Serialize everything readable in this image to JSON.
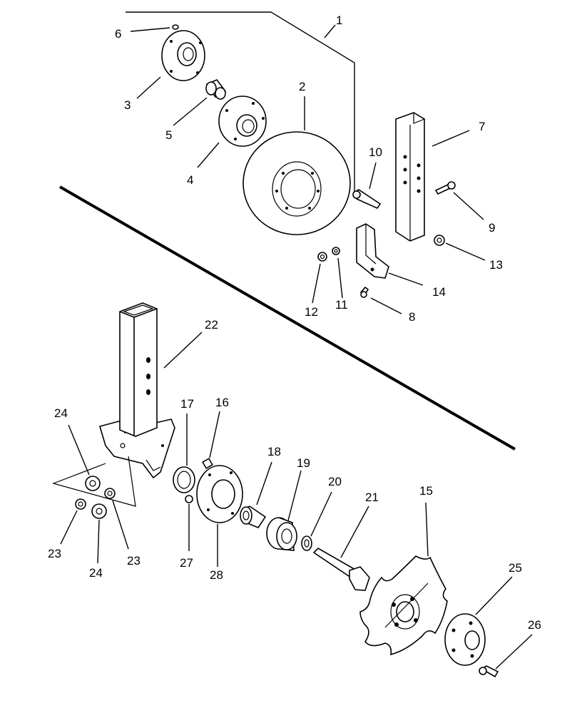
{
  "callouts": {
    "c1": "1",
    "c2": "2",
    "c3": "3",
    "c4": "4",
    "c5": "5",
    "c6": "6",
    "c7": "7",
    "c8": "8",
    "c9": "9",
    "c10": "10",
    "c11": "11",
    "c12": "12",
    "c13": "13",
    "c14": "14",
    "c15": "15",
    "c16": "16",
    "c17": "17",
    "c18": "18",
    "c19": "19",
    "c20": "20",
    "c21": "21",
    "c22": "22",
    "c23a": "23",
    "c23b": "23",
    "c24a": "24",
    "c24b": "24",
    "c25": "25",
    "c26": "26",
    "c27": "27",
    "c28": "28"
  }
}
